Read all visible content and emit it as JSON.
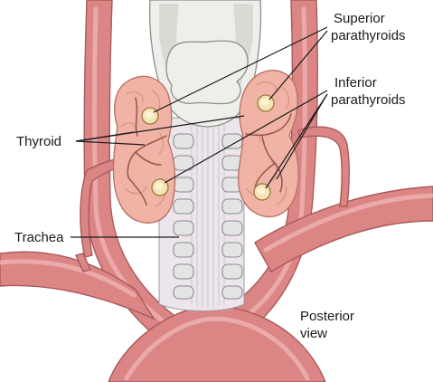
{
  "labels": {
    "superior_parathyroids": [
      "Superior",
      "parathyroids"
    ],
    "inferior_parathyroids": [
      "Inferior",
      "parathyroids"
    ],
    "thyroid": "Thyroid",
    "trachea": "Trachea",
    "view": [
      "Posterior",
      "view"
    ]
  },
  "colors": {
    "artery": "#dc8585",
    "thyroid": "#f0b3a6",
    "parathyroid": "#f4e6b4",
    "cartilage": "#e4e4e4",
    "background": "#ffffff"
  }
}
